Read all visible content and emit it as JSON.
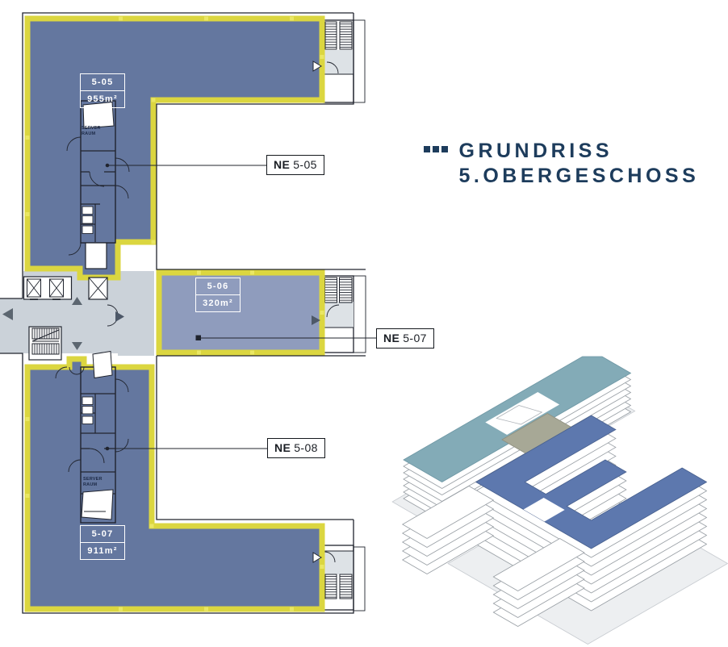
{
  "title": {
    "line1": "GRUNDRISS",
    "line2": "5.OBERGESCHOSS"
  },
  "floorplan": {
    "units": [
      {
        "id": "5-05",
        "area": "955m²"
      },
      {
        "id": "5-06",
        "area": "320m²"
      },
      {
        "id": "5-07",
        "area": "911m²"
      }
    ],
    "callouts": [
      {
        "prefix": "NE",
        "number": "5-05"
      },
      {
        "prefix": "NE",
        "number": "5-07"
      },
      {
        "prefix": "NE",
        "number": "5-08"
      }
    ],
    "server_room": {
      "line1": "SERVER",
      "line2": "RAUM"
    },
    "colors": {
      "unit_dark": "#64779f",
      "unit_light": "#8f9cbd",
      "boundary_yellow": "#dbd640",
      "core_gray": "#cbd2d9",
      "landing_gray": "#dde2e6",
      "wall": "#20242e",
      "title_navy": "#1d3c5c"
    }
  },
  "isometric": {
    "colors": {
      "highlight_floor": "#5d78ae",
      "roof_teal": "#83abb7",
      "roof_olive": "#a7a896",
      "plate": "#ffffff",
      "plate_outline": "#9aa0a6",
      "ground": "#edeff1"
    }
  }
}
